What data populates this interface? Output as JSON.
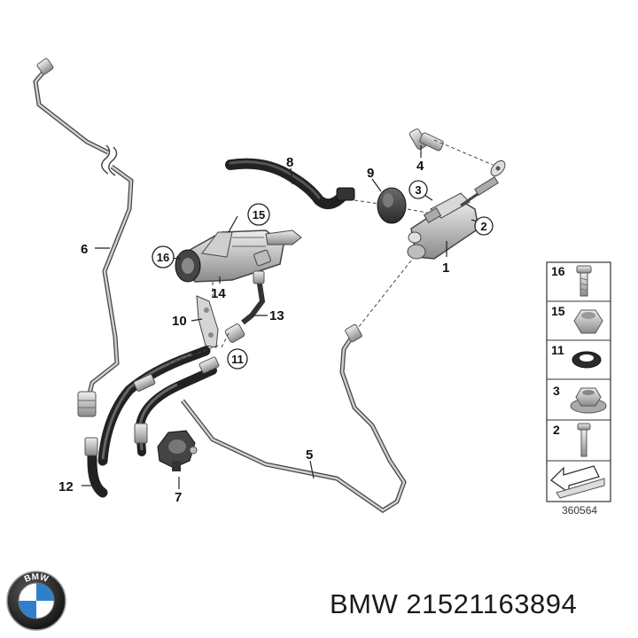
{
  "diagram": {
    "callouts": [
      {
        "id": "c1",
        "text": "1"
      },
      {
        "id": "c2",
        "text": "2",
        "circled": true
      },
      {
        "id": "c3",
        "text": "3",
        "circled": true
      },
      {
        "id": "c4",
        "text": "4"
      },
      {
        "id": "c5",
        "text": "5"
      },
      {
        "id": "c6",
        "text": "6"
      },
      {
        "id": "c7",
        "text": "7"
      },
      {
        "id": "c8",
        "text": "8"
      },
      {
        "id": "c9",
        "text": "9"
      },
      {
        "id": "c10",
        "text": "10"
      },
      {
        "id": "c11",
        "text": "11",
        "circled": true
      },
      {
        "id": "c12",
        "text": "12"
      },
      {
        "id": "c13",
        "text": "13"
      },
      {
        "id": "c14",
        "text": "14"
      },
      {
        "id": "c15",
        "text": "15",
        "circled": true
      },
      {
        "id": "c16",
        "text": "16",
        "circled": true
      }
    ],
    "legend": [
      {
        "label": "16",
        "part": "bolt"
      },
      {
        "label": "15",
        "part": "hex-nut"
      },
      {
        "label": "11",
        "part": "o-ring"
      },
      {
        "label": "3",
        "part": "flange-nut"
      },
      {
        "label": "2",
        "part": "screw"
      }
    ],
    "reference_number": "360564"
  },
  "brand": {
    "logo_letters": "BMW",
    "caption": "BMW 21521163894"
  },
  "colors": {
    "line": "#555555",
    "part_fill": "#cfcfcf",
    "dark_part": "#3a3a3a",
    "brand_blue": "#2f80c9"
  }
}
